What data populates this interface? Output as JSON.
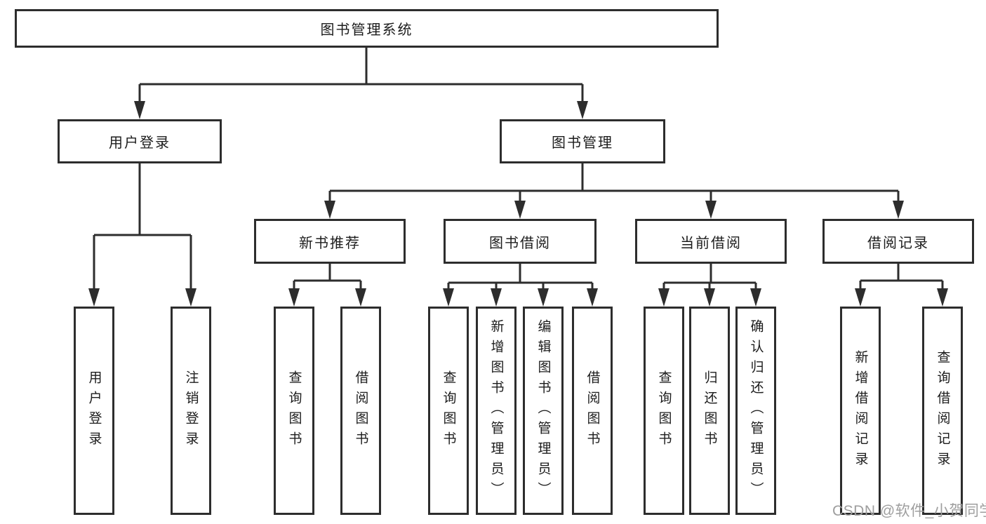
{
  "diagram_type": "hierarchy-tree",
  "tree": {
    "label": "图书管理系统",
    "children": [
      {
        "label": "用户登录",
        "children": [
          {
            "label": "用户登录"
          },
          {
            "label": "注销登录"
          }
        ]
      },
      {
        "label": "图书管理",
        "children": [
          {
            "label": "新书推荐",
            "children": [
              {
                "label": "查询图书"
              },
              {
                "label": "借阅图书"
              }
            ]
          },
          {
            "label": "图书借阅",
            "children": [
              {
                "label": "查询图书"
              },
              {
                "label": "新增图书（管理员）"
              },
              {
                "label": "编辑图书（管理员）"
              },
              {
                "label": "借阅图书"
              }
            ]
          },
          {
            "label": "当前借阅",
            "children": [
              {
                "label": "查询图书"
              },
              {
                "label": "归还图书"
              },
              {
                "label": "确认归还（管理员）"
              }
            ]
          },
          {
            "label": "借阅记录",
            "children": [
              {
                "label": "新增借阅记录"
              },
              {
                "label": "查询借阅记录"
              }
            ]
          }
        ]
      }
    ]
  },
  "watermark": {
    "text": "CSDN @软件_小贺同学"
  },
  "colors": {
    "line": "#2d2d2d",
    "text": "#1c1c1c",
    "watermark": "#9e9e9e",
    "background": "#ffffff"
  }
}
